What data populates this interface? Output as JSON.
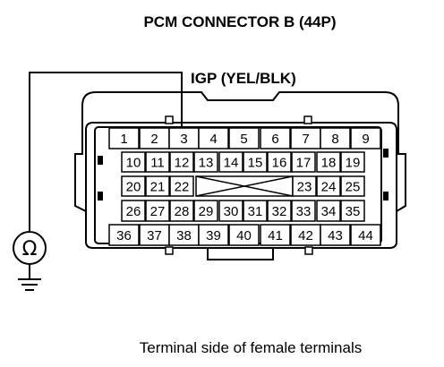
{
  "diagram": {
    "title": "PCM CONNECTOR B (44P)",
    "probe_label": "IGP (YEL/BLK)",
    "caption": "Terminal side of female terminals",
    "meter_symbol": "Ω",
    "meter_icon": "ohmmeter-icon",
    "ground_icon": "ground-icon",
    "probed_terminal": "3",
    "connector": {
      "rows": [
        [
          "1",
          "2",
          "3",
          "4",
          "5",
          "6",
          "7",
          "8",
          "9"
        ],
        [
          "10",
          "11",
          "12",
          "13",
          "14",
          "15",
          "16",
          "17",
          "18",
          "19"
        ],
        [
          "20",
          "21",
          "22",
          "23",
          "24",
          "25"
        ],
        [
          "26",
          "27",
          "28",
          "29",
          "30",
          "31",
          "32",
          "33",
          "34",
          "35"
        ],
        [
          "36",
          "37",
          "38",
          "39",
          "40",
          "41",
          "42",
          "43",
          "44"
        ]
      ]
    }
  }
}
